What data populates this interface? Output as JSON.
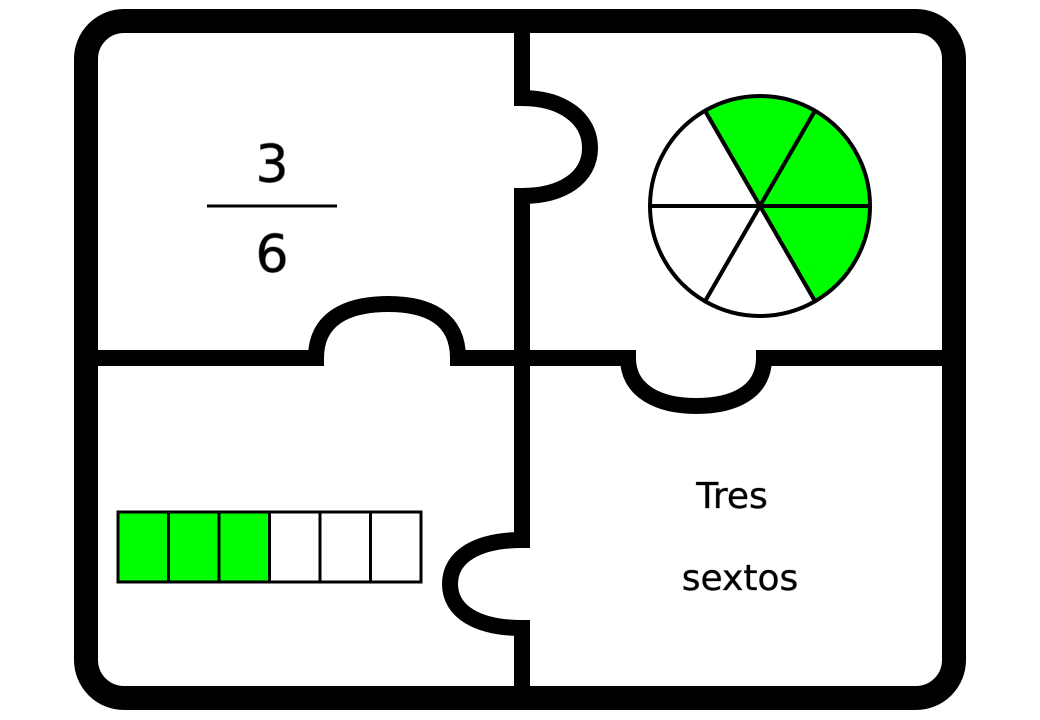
{
  "puzzle": {
    "fraction": {
      "numerator": "3",
      "denominator": "6"
    },
    "words": {
      "line1": "Tres",
      "line2": "sextos"
    },
    "fill_color": "#00ff00",
    "outline_color": "#000000",
    "circle": {
      "parts": 6,
      "shaded": 3
    },
    "bar": {
      "parts": 6,
      "shaded": 3
    }
  }
}
